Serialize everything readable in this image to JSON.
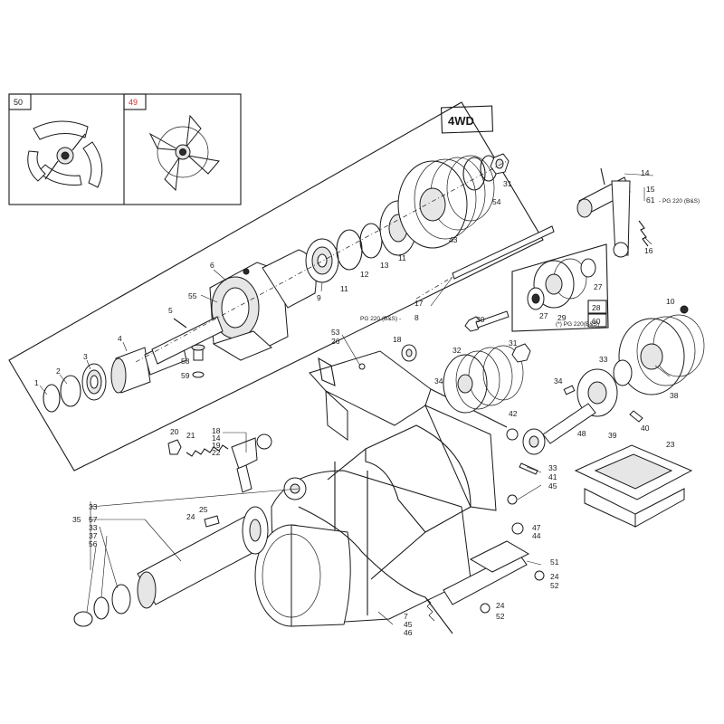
{
  "inset_boxes": [
    {
      "label": "50",
      "color": "#1a1a1a"
    },
    {
      "label": "49",
      "color": "#d0312d"
    }
  ],
  "variant_box": {
    "label": "4WD"
  },
  "detail_box": {
    "label_top": "28",
    "label_bottom": "60",
    "note": "(*) PG 220(B&S)"
  },
  "parts": {
    "p1": "1",
    "p2": "2",
    "p3": "3",
    "p4": "4",
    "p5": "5",
    "p6": "6",
    "p9": "9",
    "p11a": "11",
    "p11b": "11",
    "p12": "12",
    "p13": "13",
    "p43": "43",
    "p54": "54",
    "p31a": "31",
    "p55": "55",
    "p58": "58",
    "p59": "59",
    "p14a": "14",
    "p15": "15",
    "p61": "61",
    "p61_note": "- PG 220 (B&S)",
    "p16": "16",
    "p17": "17",
    "p8": "8",
    "p8_note": "PG 220 (B&S) -",
    "p27a": "27",
    "p27b": "27",
    "p29": "29",
    "p30": "30",
    "p53": "53",
    "p26": "26",
    "p18a": "18",
    "p32": "32",
    "p31b": "31",
    "p34a": "34",
    "p34b": "34",
    "p33a": "33",
    "p10": "10",
    "p38": "38",
    "p42": "42",
    "p48": "48",
    "p39": "39",
    "p40": "40",
    "p23": "23",
    "p33b": "33",
    "p41": "41",
    "p45a": "45",
    "p20": "20",
    "p21": "21",
    "p18b": "18",
    "p14b": "14",
    "p19": "19",
    "p22": "22",
    "p33c": "33",
    "p35": "35",
    "p57": "57",
    "p33d": "33",
    "p37": "37",
    "p56": "56",
    "p25": "25",
    "p24a": "24",
    "p47": "47",
    "p44": "44",
    "p51": "51",
    "p24b": "24",
    "p52a": "52",
    "p24c": "24",
    "p52b": "52",
    "p7": "7",
    "p45b": "45",
    "p46": "46"
  }
}
